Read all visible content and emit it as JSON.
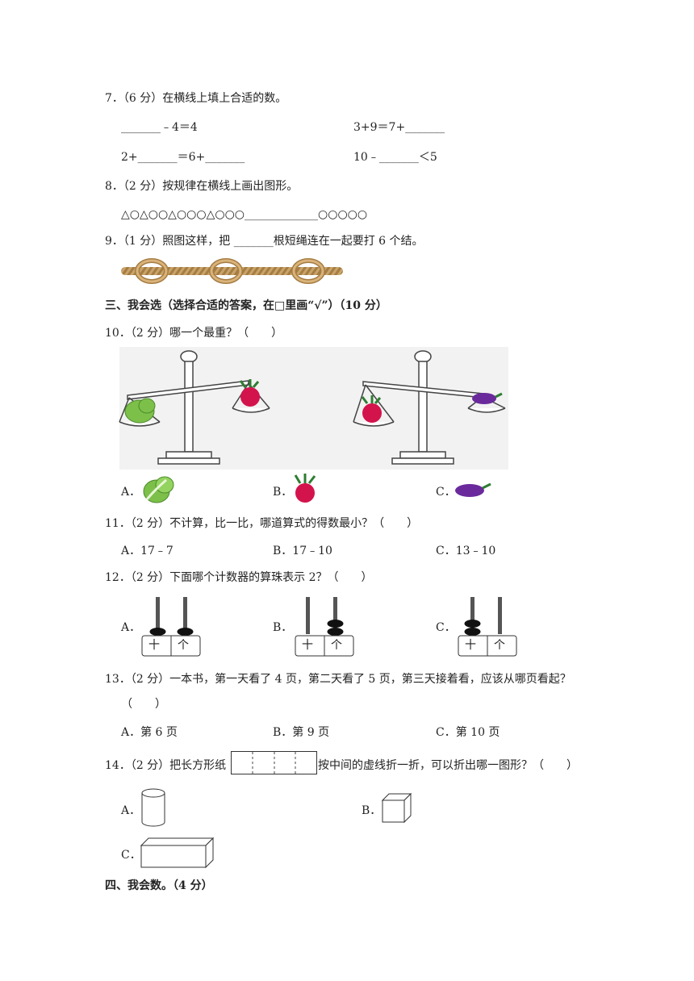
{
  "q7": {
    "head": "7．（6 分）在横线上填上合适的数。",
    "a": "_______﹣4＝4",
    "b": "3+9＝7+_______",
    "c": "2+_______＝6+_______",
    "d": "10﹣_______＜5"
  },
  "q8": {
    "head": "8．（2 分）按规律在横线上画出图形。",
    "seq": "△○△○○△○○○△○○○_____________○○○○○"
  },
  "q9": {
    "head": "9．（1 分）照图这样，把 _______根短绳连在一起要打 6 个结。"
  },
  "section3": "三、我会选（选择合适的答案，在□里画“√”）（10 分）",
  "q10": {
    "head": "10．（2 分）哪一个最重？（　　）",
    "a": "A．",
    "b": "B．",
    "c": "C．"
  },
  "q11": {
    "head": "11．（2 分）不计算，比一比，哪道算式的得数最小？（　　）",
    "a": "A．17﹣7",
    "b": "B．17﹣10",
    "c": "C．13﹣10"
  },
  "q12": {
    "head": "12．（2 分）下面哪个计数器的算珠表示 2？（　　）",
    "a": "A．",
    "b": "B．",
    "c": "C．",
    "tens": "十",
    "ones": "个"
  },
  "q13": {
    "head": "13．（2 分）一本书，第一天看了 4 页，第二天看了 5 页，第三天接着看，应该从哪页看起？",
    "paren": "（　　）",
    "a": "A．第 6 页",
    "b": "B．第 9 页",
    "c": "C．第 10 页"
  },
  "q14": {
    "head_pre": "14．（2 分）把长方形纸",
    "head_post": "按中间的虚线折一折，可以折出哪一图形？（　　）",
    "a": "A．",
    "b": "B．",
    "c": "C．"
  },
  "section4": "四、我会数。（4 分）"
}
